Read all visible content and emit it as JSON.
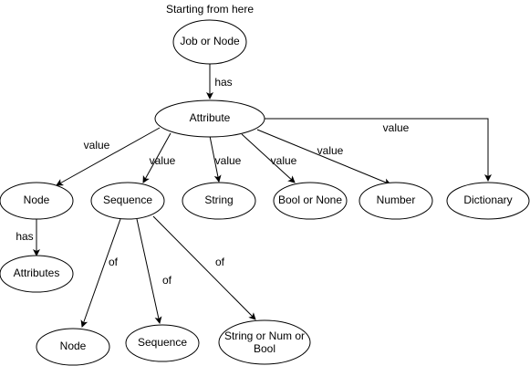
{
  "caption": "Starting from here",
  "nodes": {
    "job_or_node": "Job or Node",
    "attribute": "Attribute",
    "node": "Node",
    "sequence": "Sequence",
    "string": "String",
    "bool_or_none": "Bool or None",
    "number": "Number",
    "dictionary": "Dictionary",
    "attributes": "Attributes",
    "seq_node": "Node",
    "seq_sequence": "Sequence",
    "seq_primitive_line1": "String or Num or",
    "seq_primitive_line2": "Bool"
  },
  "edge_labels": {
    "job_has": "has",
    "attr_node": "value",
    "attr_sequence": "value",
    "attr_string": "value",
    "attr_bool": "value",
    "attr_number": "value",
    "attr_dictionary": "value",
    "node_has": "has",
    "seq_node": "of",
    "seq_sequence": "of",
    "seq_primitive": "of"
  }
}
